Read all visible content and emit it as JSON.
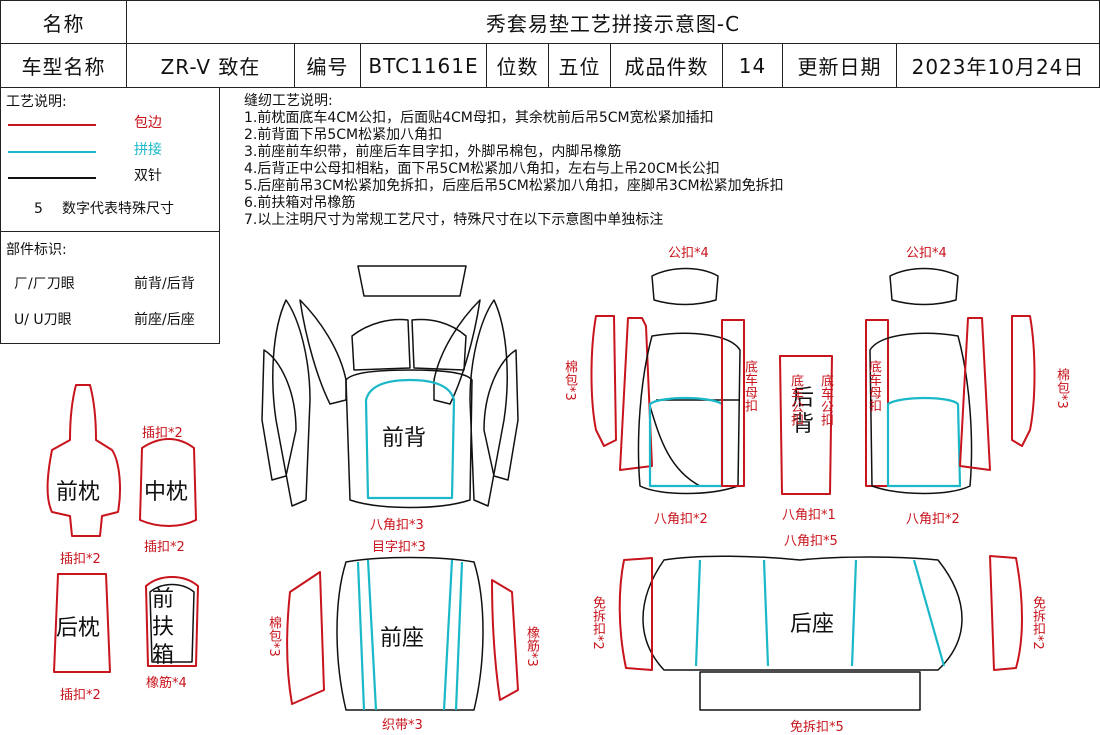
{
  "header": {
    "name_label": "名称",
    "title": "秀套易垫工艺拼接示意图-C",
    "model_label": "车型名称",
    "model_value": "ZR-V 致在",
    "code_label": "编号",
    "code_value": "BTC1161E",
    "seats_label": "位数",
    "seats_value": "五位",
    "pieces_label": "成品件数",
    "pieces_value": "14",
    "date_label": "更新日期",
    "date_value": "2023年10月24日"
  },
  "legend": {
    "title": "工艺说明:",
    "items": [
      {
        "label": "包边",
        "color": "#c8141c"
      },
      {
        "label": "拼接",
        "color": "#1ab8c8"
      },
      {
        "label": "双针",
        "color": "#111111"
      }
    ],
    "special_number": "5",
    "special_text": "数字代表特殊尺寸"
  },
  "parts_id": {
    "title": "部件标识:",
    "row1_symbols": "ㄏ/ㄏ刀眼",
    "row1_text": "前背/后背",
    "row2_symbols": "U/ U刀眼",
    "row2_text": "前座/后座"
  },
  "sewing": {
    "title": "缝纫工艺说明:",
    "lines": [
      "1.前枕面底车4CM公扣，后面贴4CM母扣，其余枕前后吊5CM宽松紧加插扣",
      "2.前背面下吊5CM松紧加八角扣",
      "3.前座前车织带，前座后车目字扣，外脚吊棉包，内脚吊橡筋",
      "4.后背正中公母扣相粘，面下吊5CM松紧加八角扣，左右与上吊20CM长公扣",
      "5.后座前吊3CM松紧加免拆扣，后座后吊5CM松紧加八角扣，座脚吊3CM松紧加免拆扣",
      "6.前扶箱对吊橡筋",
      "7.以上注明尺寸为常规工艺尺寸，特殊尺寸在以下示意图中单独标注"
    ]
  },
  "pieces": {
    "front_pillow": "前枕",
    "middle_pillow": "中枕",
    "rear_pillow": "后枕",
    "armrest": "前扶箱",
    "front_back": "前背",
    "front_seat": "前座",
    "rear_back": "后背",
    "rear_seat": "后座"
  },
  "annotations": {
    "mid_top": "插扣*2",
    "mid_bottom": "插扣*2",
    "fp_bottom": "插扣*2",
    "rp_bottom": "插扣*2",
    "armrest_bottom": "橡筋*4",
    "fb_bottom": "八角扣*3",
    "fs_top": "目字扣*3",
    "fs_bottom": "织带*3",
    "fs_left": "棉包*3",
    "fs_right": "橡筋*3",
    "rb_left_top": "公扣*4",
    "rb_right_top": "公扣*4",
    "rb_left_side": "棉包*3",
    "rb_right_side": "棉包*3",
    "rb_left_bottom": "八角扣*2",
    "rb_right_bottom": "八角扣*2",
    "rb_center_bottom": "八角扣*1",
    "rb_mother_left": "底车母扣",
    "rb_male_1": "底车公扣",
    "rb_male_2": "底车公扣",
    "rb_mother_right": "底车母扣",
    "rs_top": "八角扣*5",
    "rs_left": "免拆扣*2",
    "rs_right": "免拆扣*2",
    "rs_bottom": "免拆扣*5"
  }
}
